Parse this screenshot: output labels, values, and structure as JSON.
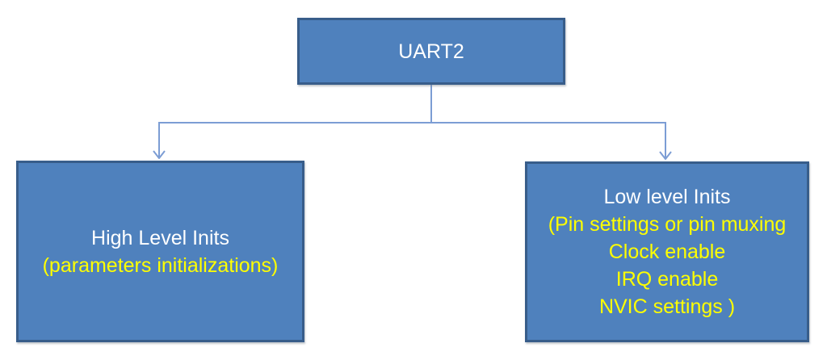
{
  "diagram": {
    "nodes": {
      "root": {
        "label": "UART2"
      },
      "left": {
        "title": "High Level Inits",
        "details": [
          "(parameters initializations)"
        ]
      },
      "right": {
        "title": "Low level Inits",
        "details": [
          "(Pin settings or pin muxing",
          "Clock enable",
          "IRQ enable",
          "NVIC settings )"
        ]
      }
    },
    "edges": [
      {
        "from": "root",
        "to": "left",
        "arrow": "down"
      },
      {
        "from": "root",
        "to": "right",
        "arrow": "down"
      }
    ]
  },
  "colors": {
    "box_fill": "#4f81bd",
    "box_border": "#385d8a",
    "connector": "#7c9dd4",
    "title_text": "#ffffff",
    "detail_text": "#ffff00",
    "background": "#ffffff"
  }
}
